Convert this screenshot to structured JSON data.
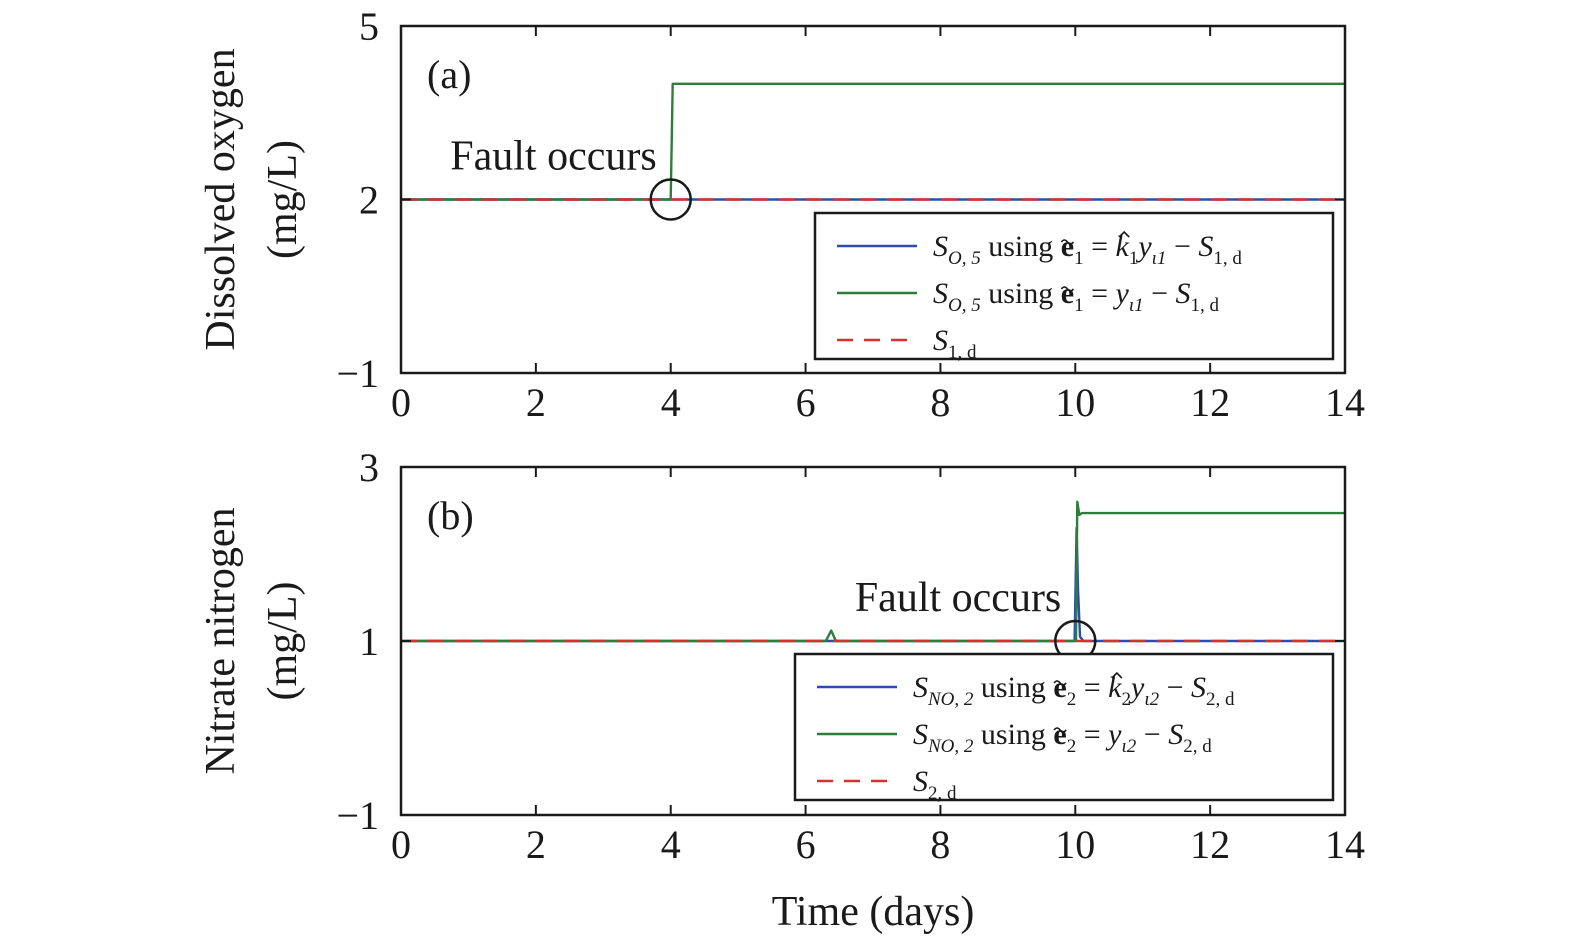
{
  "chart_data": [
    {
      "type": "line",
      "panel_label": "(a)",
      "ylabel_lines": [
        "Dissolved oxygen",
        "(mg/L)"
      ],
      "xlabel": "",
      "xlim": [
        0,
        14
      ],
      "ylim": [
        -1,
        5
      ],
      "xticks": [
        0,
        2,
        4,
        6,
        8,
        10,
        12,
        14
      ],
      "xtick_labels": [
        "0",
        "2",
        "4",
        "6",
        "8",
        "10",
        "12",
        "14"
      ],
      "yticks": [
        -1,
        2,
        5
      ],
      "ytick_labels": [
        "−1",
        "2",
        "5"
      ],
      "legend_position": "lower-right",
      "annotation": {
        "text": "Fault occurs",
        "x": 4,
        "y": 2
      },
      "series": [
        {
          "legend": {
            "sym": "S",
            "sub": "O, 5",
            "mid": " using ",
            "bold": "e",
            "bsub": "1",
            "rhs1": " = ",
            "khat": "k",
            "ksub": "1",
            "yv": "y",
            "ysub": "ι1",
            "minus": " − ",
            "s2": "S",
            "s2sub": "1, d"
          },
          "color": "#2b4ea8",
          "style": "solid",
          "x": [
            0,
            14
          ],
          "y": [
            2.0,
            2.0
          ]
        },
        {
          "legend": {
            "sym": "S",
            "sub": "O, 5",
            "mid": " using ",
            "bold": "e",
            "bsub": "1",
            "rhs1": " = ",
            "khat": "",
            "ksub": "",
            "yv": "y",
            "ysub": "ι1",
            "minus": " − ",
            "s2": "S",
            "s2sub": "1, d"
          },
          "color": "#2e7d3a",
          "style": "solid",
          "x": [
            0,
            3.98,
            4.0,
            4.03,
            14
          ],
          "y": [
            2.0,
            2.0,
            2.0,
            4.0,
            4.0
          ]
        },
        {
          "legend": {
            "sym": "S",
            "sub": "1, d"
          },
          "color": "#d63030",
          "style": "dashed",
          "x": [
            0,
            14
          ],
          "y": [
            2.0,
            2.0
          ]
        }
      ]
    },
    {
      "type": "line",
      "panel_label": "(b)",
      "ylabel_lines": [
        "Nitrate nitrogen",
        "(mg/L)"
      ],
      "xlabel": "Time (days)",
      "xlim": [
        0,
        14
      ],
      "ylim": [
        -1,
        3
      ],
      "xticks": [
        0,
        2,
        4,
        6,
        8,
        10,
        12,
        14
      ],
      "xtick_labels": [
        "0",
        "2",
        "4",
        "6",
        "8",
        "10",
        "12",
        "14"
      ],
      "yticks": [
        -1,
        1,
        3
      ],
      "ytick_labels": [
        "−1",
        "1",
        "3"
      ],
      "legend_position": "lower-right",
      "annotation": {
        "text": "Fault occurs",
        "x": 10,
        "y": 1
      },
      "series": [
        {
          "legend": {
            "sym": "S",
            "sub": "NO, 2",
            "mid": " using ",
            "bold": "e",
            "bsub": "2",
            "rhs1": " = ",
            "khat": "k",
            "ksub": "2",
            "yv": "y",
            "ysub": "ι2",
            "minus": " − ",
            "s2": "S",
            "s2sub": "2, d"
          },
          "color": "#2b4ea8",
          "style": "solid",
          "x": [
            0,
            9.99,
            10.02,
            10.04,
            10.07,
            10.12,
            14
          ],
          "y": [
            1.0,
            1.0,
            2.3,
            1.6,
            1.05,
            1.0,
            1.0
          ]
        },
        {
          "legend": {
            "sym": "S",
            "sub": "NO, 2",
            "mid": " using ",
            "bold": "e",
            "bsub": "2",
            "rhs1": " = ",
            "khat": "",
            "ksub": "",
            "yv": "y",
            "ysub": "ι2",
            "minus": " − ",
            "s2": "S",
            "s2sub": "2, d"
          },
          "color": "#2e7d3a",
          "style": "solid",
          "x": [
            0,
            6.3,
            6.38,
            6.45,
            9.99,
            10.01,
            10.03,
            10.06,
            10.1,
            14
          ],
          "y": [
            1.0,
            1.0,
            1.12,
            1.0,
            1.0,
            1.0,
            2.6,
            2.45,
            2.47,
            2.47
          ]
        },
        {
          "legend": {
            "sym": "S",
            "sub": "2, d"
          },
          "color": "#d63030",
          "style": "dashed",
          "x": [
            0,
            14
          ],
          "y": [
            1.0,
            1.0
          ]
        }
      ]
    }
  ]
}
